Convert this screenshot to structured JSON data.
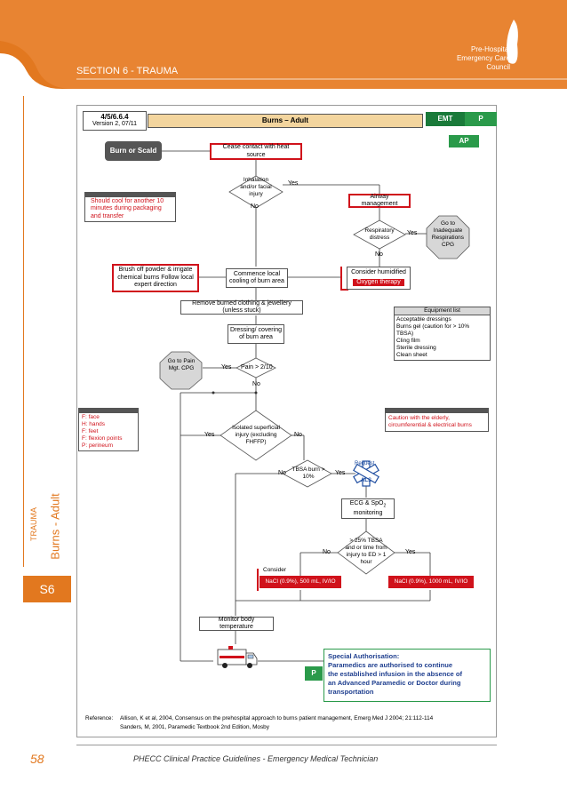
{
  "header": {
    "section": "SECTION 6 - TRAUMA",
    "council_lines": [
      "Pre-Hospital",
      "Emergency Care",
      "Council"
    ]
  },
  "side": {
    "category": "TRAUMA",
    "topic": "Burns - Adult",
    "code": "S6"
  },
  "cpg": {
    "id": "4/5/6.6.4",
    "version": "Version 2, 07/11",
    "title": "Burns – Adult",
    "level_emt": "EMT",
    "level_p": "P",
    "level_ap": "AP"
  },
  "flow": {
    "start": "Burn or Scald",
    "cease": "Cease contact with heat source",
    "inhalation": "Inhalation and/or facial injury",
    "yes": "Yes",
    "no": "No",
    "airway": "Airway management",
    "cool_note": "Should cool for another 10 minutes during packaging and transfer",
    "resp": "Respiratory distress",
    "inadequate": "Go to Inadequate Respirations CPG",
    "brush": "Brush off powder & irrigate chemical burns Follow local expert direction",
    "commence": "Commence local cooling of burn area",
    "humidified": "Consider humidified",
    "oxygen": "Oxygen therapy",
    "remove": "Remove burned clothing & jewellery (unless stuck)",
    "dressing": "Dressing/ covering of burn area",
    "pain_mgt": "Go to Pain Mgt. CPG",
    "pain": "Pain > 2/10",
    "equip_title": "Equipment list",
    "equip": [
      "Acceptable dressings",
      "Burns gel (caution for > 10% TBSA)",
      "Cling film",
      "Sterile dressing",
      "Clean sheet"
    ],
    "fh_list": [
      "F: face",
      "H: hands",
      "F: feet",
      "F: flexion points",
      "P: perineum"
    ],
    "isolated": "Isolated superficial injury (excluding FHFFP)",
    "caution": "Caution with the elderly, circumferential & electrical burns",
    "tbsa": "TBSA burn > 10%",
    "request": "Request",
    "als": "ALS",
    "ecg_a": "ECG & SpO",
    "ecg_sub": "2",
    "ecg_b": "monitoring",
    "tbsa25": "> 25% TBSA and or time from injury to ED > 1 hour",
    "consider": "Consider",
    "nacl500": "NaCl (0.9%), 500 mL, IV/IO",
    "nacl1000": "NaCl (0.9%), 1000 mL, IV/IO",
    "monitor": "Monitor body temperature"
  },
  "special": {
    "badge": "P",
    "lines": [
      "Special Authorisation:",
      "Paramedics are authorised to continue",
      "the established infusion in the absence of",
      "an Advanced Paramedic or Doctor during",
      "transportation"
    ]
  },
  "reference": {
    "label": "Reference:",
    "line1": "Allison, K et al, 2004, Consensus on the prehospital approach to burns patient management, Emerg Med J 2004; 21:112-114",
    "line2": "Sanders, M, 2001, Paramedic Textbook 2nd Edition, Mosby"
  },
  "footer": {
    "page": "58",
    "title": "PHECC Clinical Practice Guidelines - Emergency Medical Technician"
  },
  "colors": {
    "orange": "#e2781f",
    "red": "#d0121b",
    "green": "#1a7a3a",
    "green_light": "#2a9a4a"
  }
}
